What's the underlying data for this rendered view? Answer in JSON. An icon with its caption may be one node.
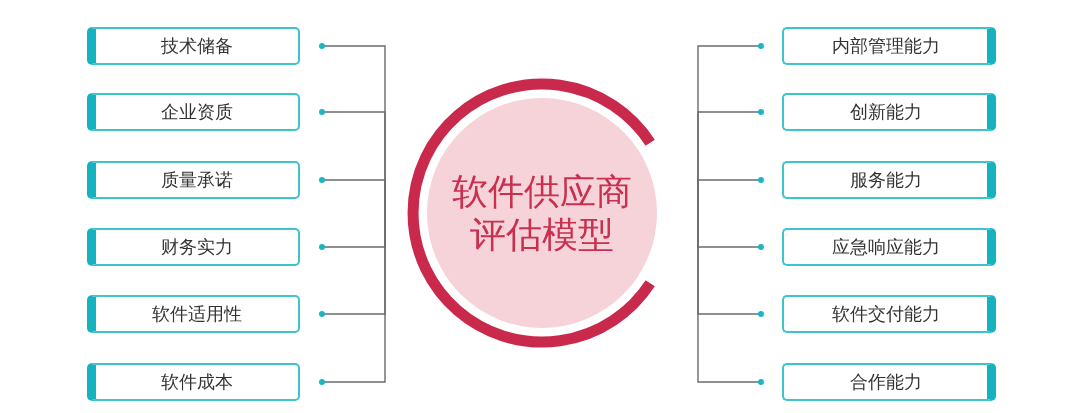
{
  "diagram": {
    "nodes": [
      {
        "text": [
          "软件供应商评估模型"
        ]
      },
      {
        "text": [
          "技术储备"
        ]
      },
      {
        "text": [
          "企业资质"
        ]
      },
      {
        "text": [
          "质量承诺"
        ]
      },
      {
        "text": [
          "财务实力"
        ]
      },
      {
        "text": [
          "软件适用性"
        ]
      },
      {
        "text": [
          "软件成本"
        ]
      },
      {
        "text": [
          "内部管理能力"
        ]
      },
      {
        "text": [
          "创新能力"
        ]
      },
      {
        "text": [
          "服务能力"
        ]
      },
      {
        "text": [
          "应急响应能力"
        ]
      },
      {
        "text": [
          "软件交付能力"
        ]
      },
      {
        "text": [
          "合作能力"
        ]
      }
    ],
    "edges": [
      {
        "from": 0,
        "to": 1,
        "arrow": "other"
      },
      {
        "from": 0,
        "to": 2,
        "arrow": "other"
      },
      {
        "from": 0,
        "to": 3,
        "arrow": "other"
      },
      {
        "from": 0,
        "to": 4,
        "arrow": "other"
      },
      {
        "from": 0,
        "to": 5,
        "arrow": "other"
      },
      {
        "from": 0,
        "to": 6,
        "arrow": "other"
      },
      {
        "from": 0,
        "to": 7,
        "arrow": "other"
      },
      {
        "from": 0,
        "to": 8,
        "arrow": "other"
      },
      {
        "from": 0,
        "to": 9,
        "arrow": "other"
      },
      {
        "from": 0,
        "to": 10,
        "arrow": "other"
      },
      {
        "from": 0,
        "to": 11,
        "arrow": "other"
      },
      {
        "from": 0,
        "to": 12,
        "arrow": "other"
      }
    ]
  }
}
